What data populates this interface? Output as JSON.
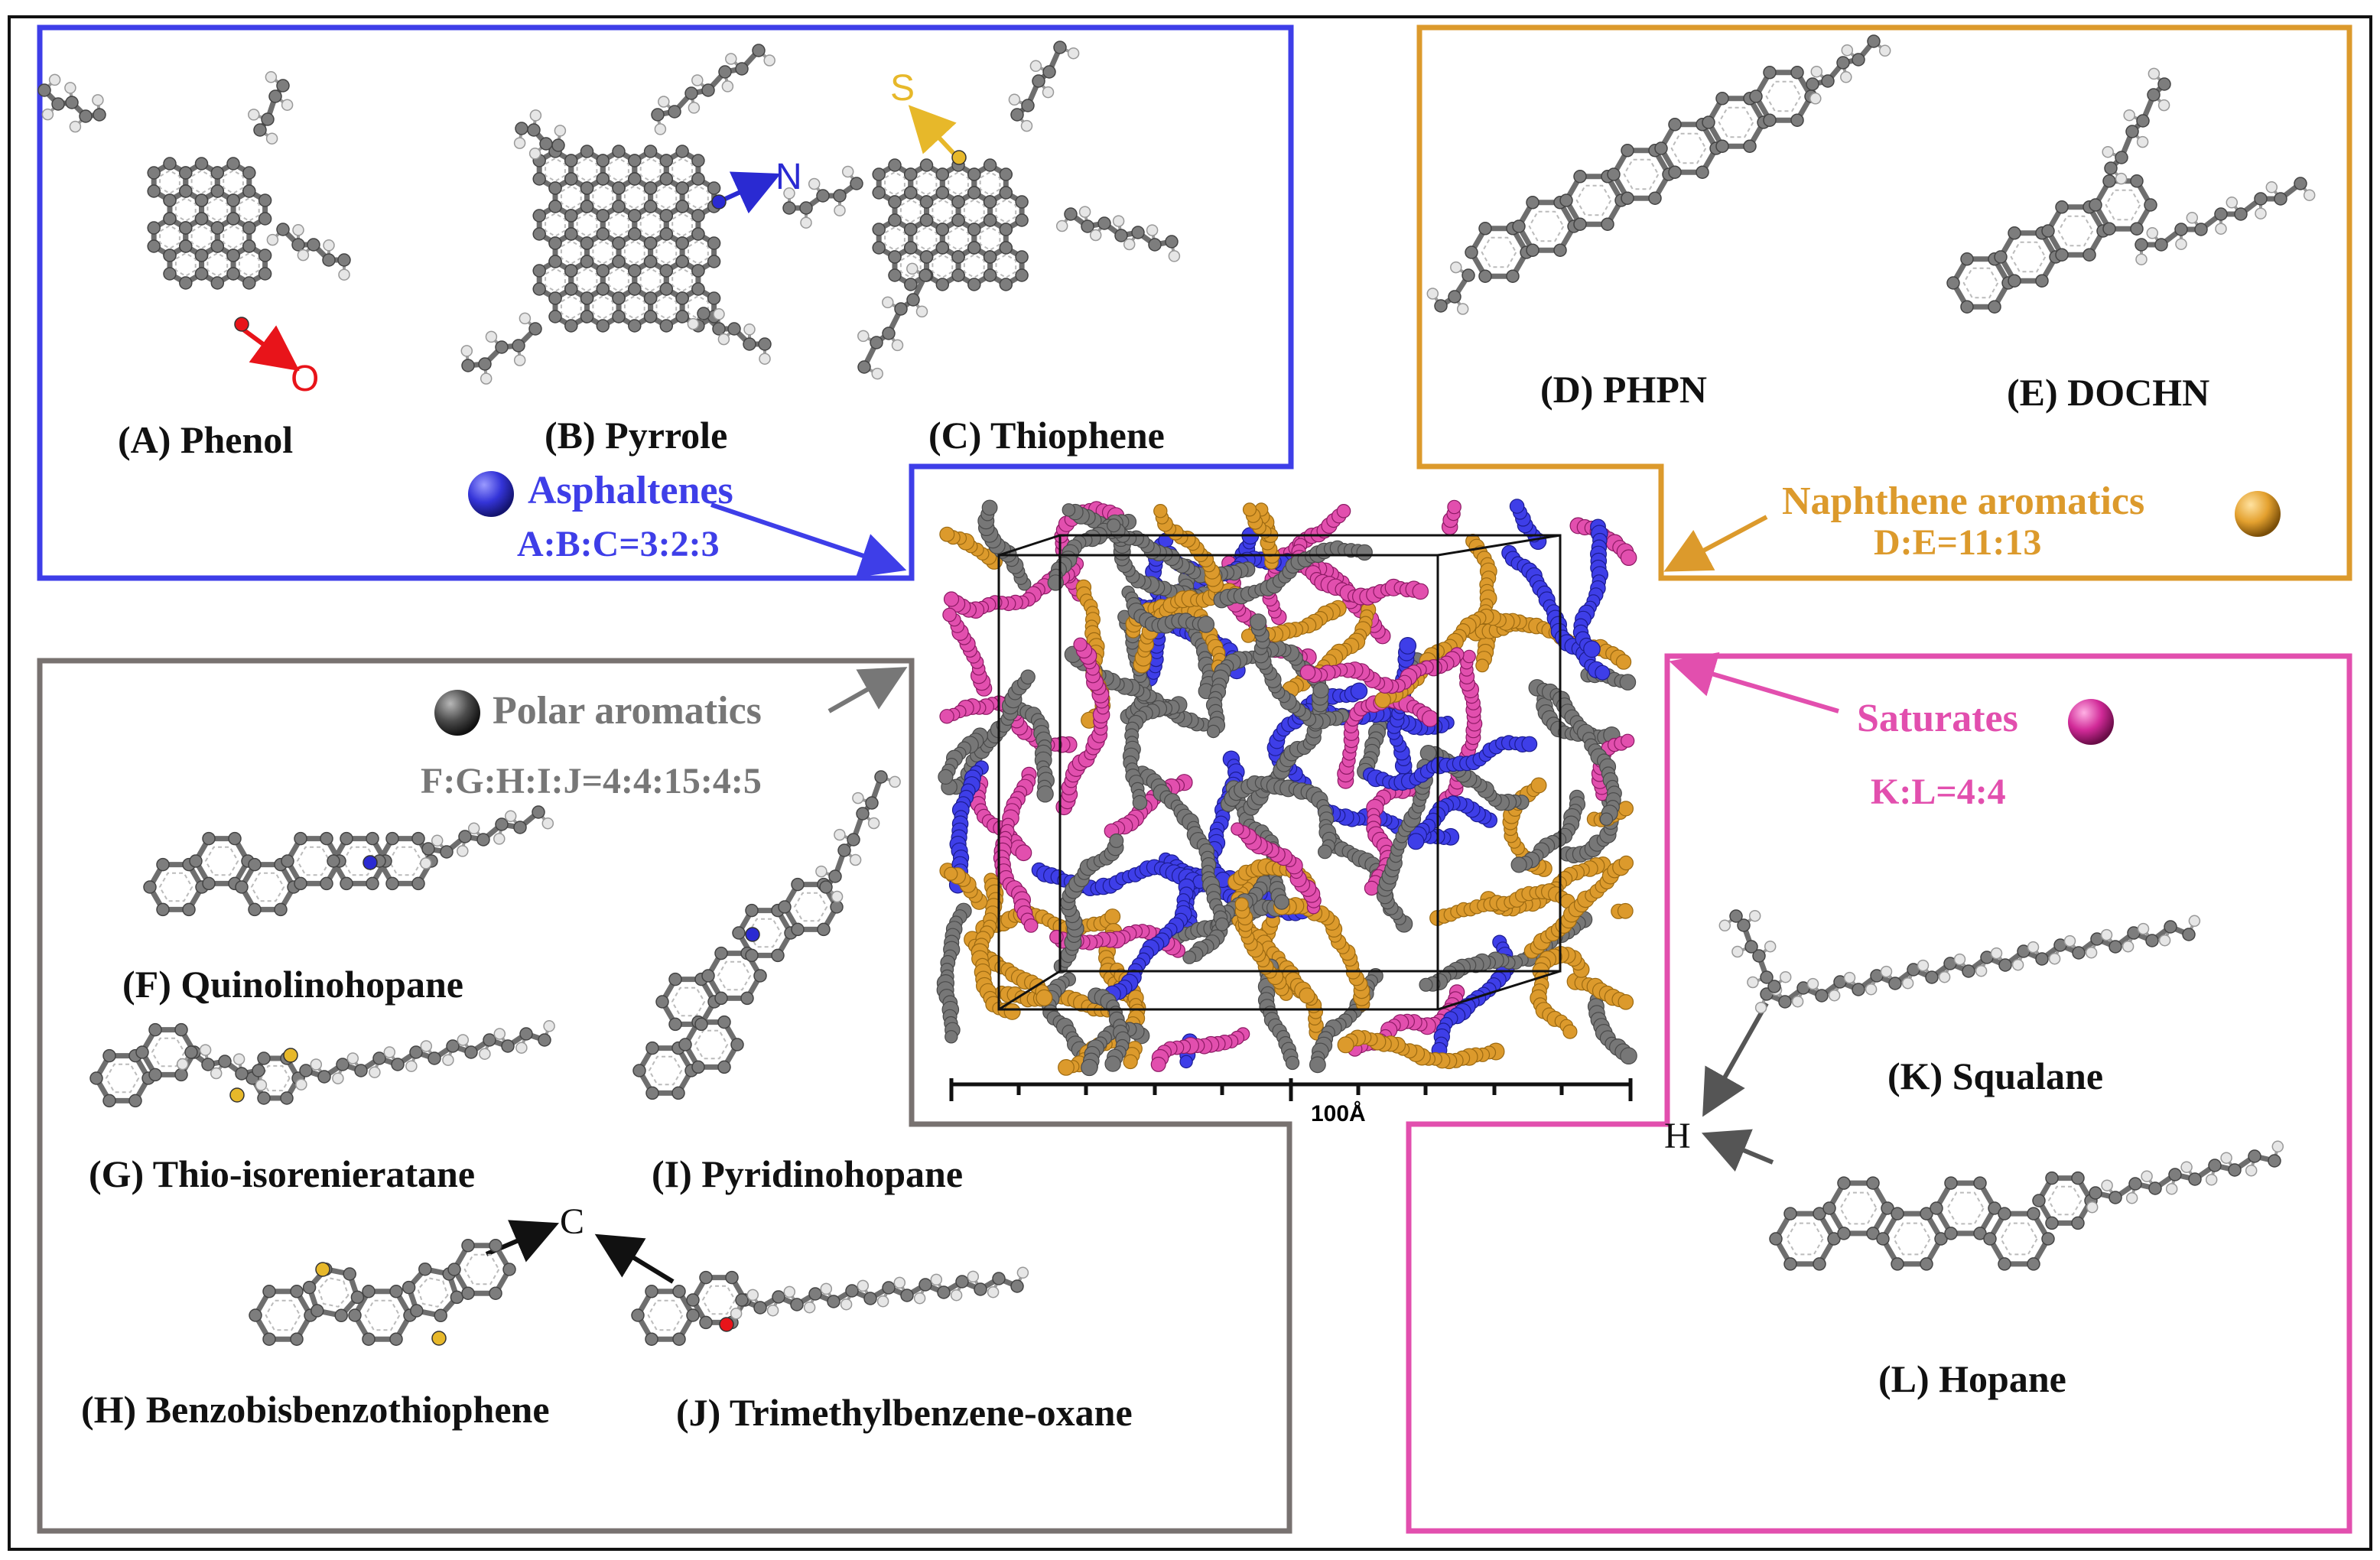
{
  "colors": {
    "asphaltenes": "#3e3ee8",
    "naphthene": "#dc9a2c",
    "polar": "#777777",
    "saturates": "#e24fae",
    "oxygen": "#e8141a",
    "nitrogen": "#2a2ad2",
    "sulfur": "#e7b82a",
    "carbon_atom": "#7d7d7d",
    "hydrogen_atom": "#e6e6e6"
  },
  "molecules": {
    "A": "(A) Phenol",
    "B": "(B) Pyrrole",
    "C": "(C) Thiophene",
    "D": "(D) PHPN",
    "E": "(E) DOCHN",
    "F": "(F) Quinolinohopane",
    "G": "(G) Thio-isorenieratane",
    "H": "(H) Benzobisbenzothiophene",
    "I": "(I) Pyridinohopane",
    "J": "(J) Trimethylbenzene-oxane",
    "K": "(K)  Squalane",
    "L": "(L) Hopane"
  },
  "groups": {
    "asphaltenes": {
      "name": "Asphaltenes",
      "ratio": "A:B:C=3:2:3"
    },
    "naphthene": {
      "name": "Naphthene aromatics",
      "ratio": "D:E=11:13"
    },
    "polar": {
      "name": "Polar aromatics",
      "ratio": "F:G:H:I:J=4:4:15:4:5"
    },
    "saturates": {
      "name": "Saturates",
      "ratio": "K:L=4:4"
    }
  },
  "atom_labels": {
    "O": "O",
    "N": "N",
    "S": "S",
    "C": "C",
    "H": "H"
  },
  "scale_bar": {
    "label": "100Å"
  }
}
